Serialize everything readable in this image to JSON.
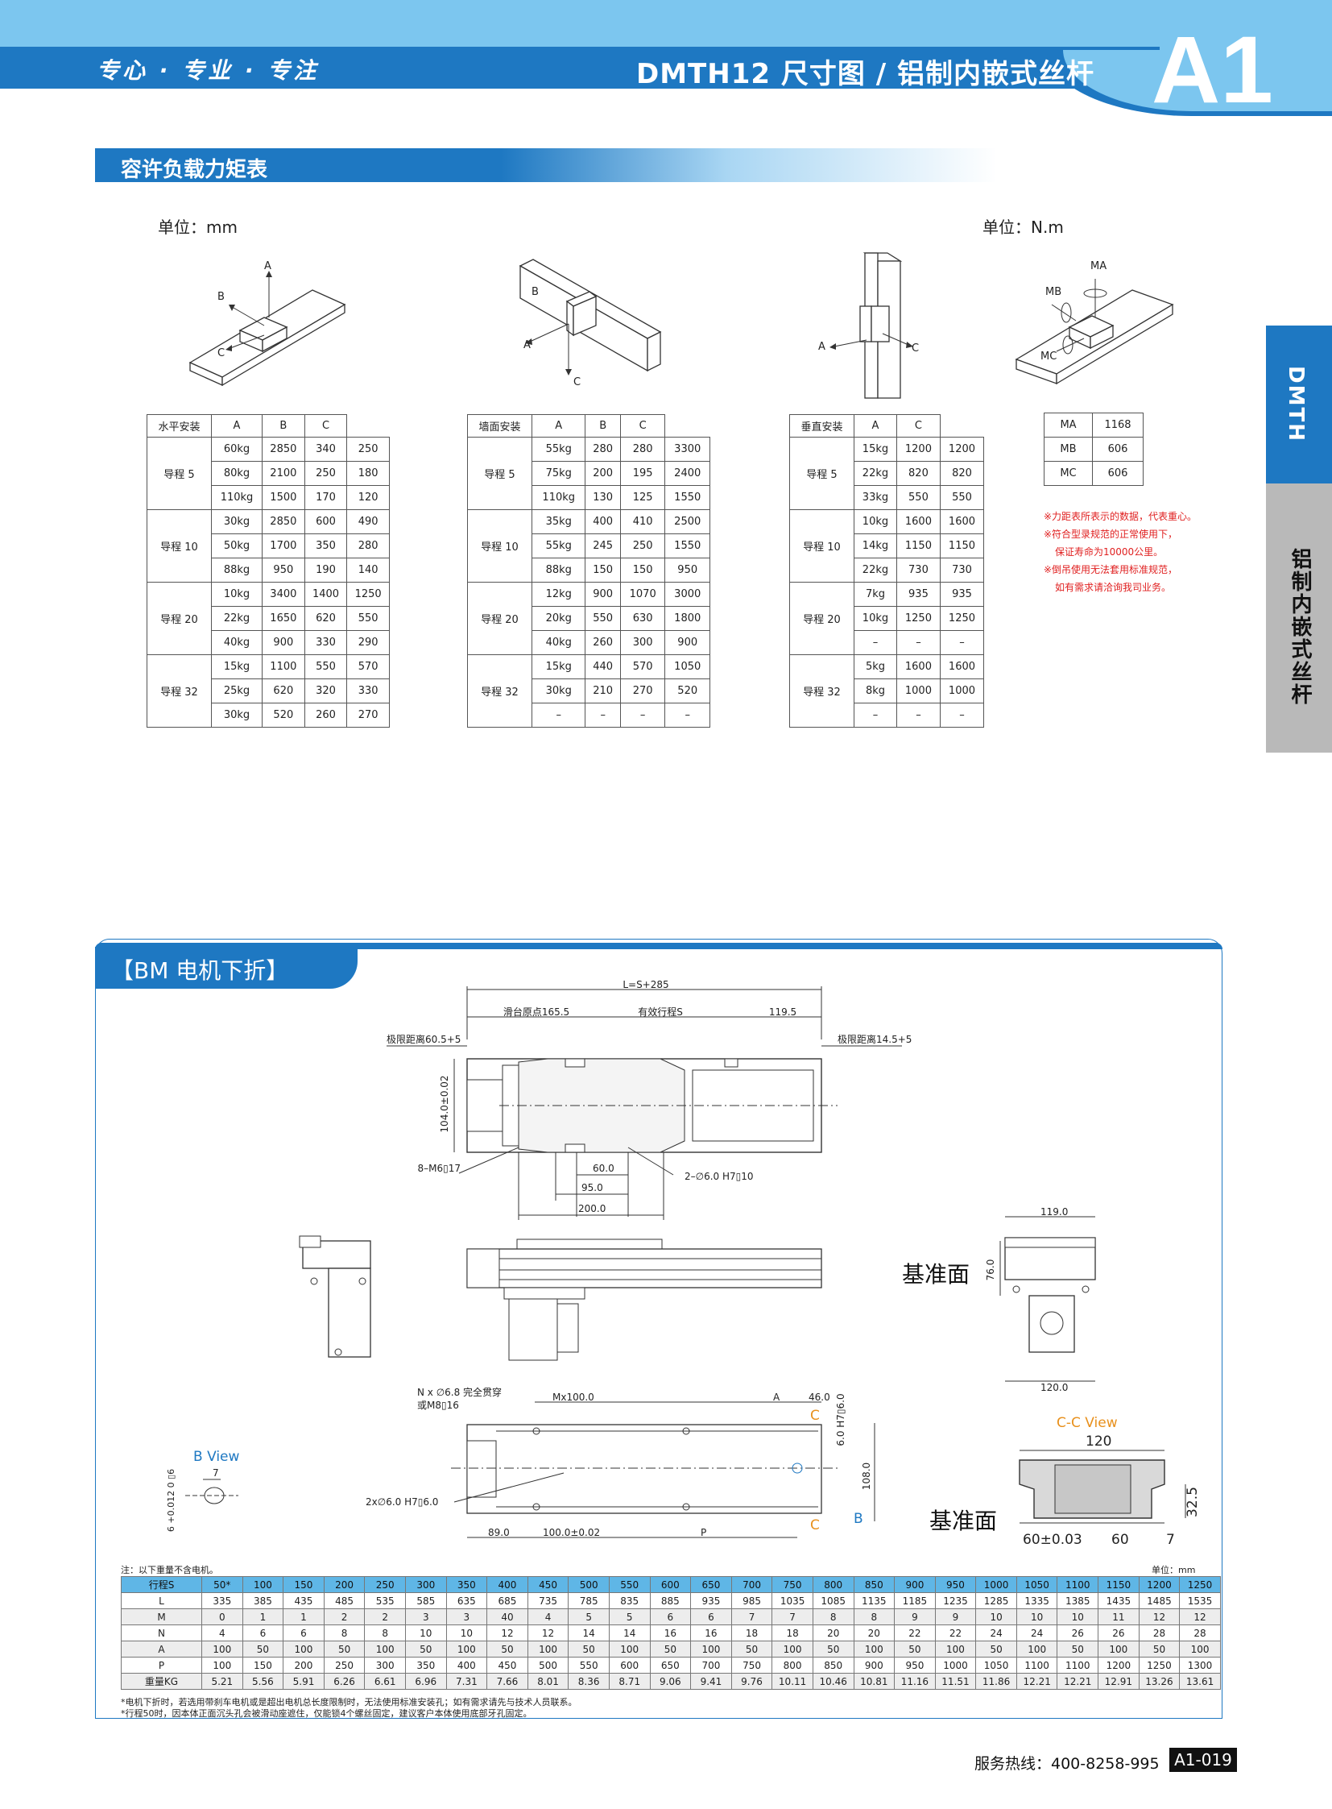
{
  "header": {
    "slogan": "专心 · 专业 · 专注",
    "title": "DMTH12 尺寸图 / 铝制内嵌式丝杆",
    "code": "A1"
  },
  "section1": {
    "title": "容许负载力矩表",
    "unit_left": "单位：mm",
    "unit_right": "单位：N.m"
  },
  "diagrams": {
    "axis_a": "A",
    "axis_b": "B",
    "axis_c": "C",
    "ma": "MA",
    "mb": "MB",
    "mc": "MC"
  },
  "table_horizontal": {
    "header": [
      "水平安装",
      "A",
      "B",
      "C"
    ],
    "groups": [
      {
        "lead": "导程 5",
        "rows": [
          [
            "60kg",
            "2850",
            "340",
            "250"
          ],
          [
            "80kg",
            "2100",
            "250",
            "180"
          ],
          [
            "110kg",
            "1500",
            "170",
            "120"
          ]
        ]
      },
      {
        "lead": "导程 10",
        "rows": [
          [
            "30kg",
            "2850",
            "600",
            "490"
          ],
          [
            "50kg",
            "1700",
            "350",
            "280"
          ],
          [
            "88kg",
            "950",
            "190",
            "140"
          ]
        ]
      },
      {
        "lead": "导程 20",
        "rows": [
          [
            "10kg",
            "3400",
            "1400",
            "1250"
          ],
          [
            "22kg",
            "1650",
            "620",
            "550"
          ],
          [
            "40kg",
            "900",
            "330",
            "290"
          ]
        ]
      },
      {
        "lead": "导程 32",
        "rows": [
          [
            "15kg",
            "1100",
            "550",
            "570"
          ],
          [
            "25kg",
            "620",
            "320",
            "330"
          ],
          [
            "30kg",
            "520",
            "260",
            "270"
          ]
        ]
      }
    ]
  },
  "table_wall": {
    "header": [
      "墙面安装",
      "A",
      "B",
      "C"
    ],
    "groups": [
      {
        "lead": "导程 5",
        "rows": [
          [
            "55kg",
            "280",
            "280",
            "3300"
          ],
          [
            "75kg",
            "200",
            "195",
            "2400"
          ],
          [
            "110kg",
            "130",
            "125",
            "1550"
          ]
        ]
      },
      {
        "lead": "导程 10",
        "rows": [
          [
            "35kg",
            "400",
            "410",
            "2500"
          ],
          [
            "55kg",
            "245",
            "250",
            "1550"
          ],
          [
            "88kg",
            "150",
            "150",
            "950"
          ]
        ]
      },
      {
        "lead": "导程 20",
        "rows": [
          [
            "12kg",
            "900",
            "1070",
            "3000"
          ],
          [
            "20kg",
            "550",
            "630",
            "1800"
          ],
          [
            "40kg",
            "260",
            "300",
            "900"
          ]
        ]
      },
      {
        "lead": "导程 32",
        "rows": [
          [
            "15kg",
            "440",
            "570",
            "1050"
          ],
          [
            "30kg",
            "210",
            "270",
            "520"
          ],
          [
            "–",
            "–",
            "–",
            "–"
          ]
        ]
      }
    ]
  },
  "table_vertical": {
    "header": [
      "垂直安装",
      "A",
      "C"
    ],
    "groups": [
      {
        "lead": "导程 5",
        "rows": [
          [
            "15kg",
            "1200",
            "1200"
          ],
          [
            "22kg",
            "820",
            "820"
          ],
          [
            "33kg",
            "550",
            "550"
          ]
        ]
      },
      {
        "lead": "导程 10",
        "rows": [
          [
            "10kg",
            "1600",
            "1600"
          ],
          [
            "14kg",
            "1150",
            "1150"
          ],
          [
            "22kg",
            "730",
            "730"
          ]
        ]
      },
      {
        "lead": "导程 20",
        "rows": [
          [
            "7kg",
            "935",
            "935"
          ],
          [
            "10kg",
            "1250",
            "1250"
          ],
          [
            "–",
            "–",
            "–"
          ]
        ]
      },
      {
        "lead": "导程 32",
        "rows": [
          [
            "5kg",
            "1600",
            "1600"
          ],
          [
            "8kg",
            "1000",
            "1000"
          ],
          [
            "–",
            "–",
            "–"
          ]
        ]
      }
    ]
  },
  "table_moment": {
    "rows": [
      [
        "MA",
        "1168"
      ],
      [
        "MB",
        "606"
      ],
      [
        "MC",
        "606"
      ]
    ]
  },
  "notes": {
    "line1": "※力距表所表示的数据，代表重心。",
    "line2": "※符合型录规范的正常使用下，",
    "line3": "保证寿命为10000公里。",
    "line4": "※倒吊使用无法套用标准规范，",
    "line5": "如有需求请洽询我司业务。"
  },
  "side_tabs": {
    "tab1": "DMTH",
    "tab2": "铝制内嵌式丝杆"
  },
  "panel": {
    "title": "【BM  电机下折】"
  },
  "drawing": {
    "dim_total": "L=S+285",
    "dim_origin": "滑台原点165.5",
    "dim_stroke": "有效行程S",
    "dim_119": "119.5",
    "dim_limit_left": "极限距离60.5+5",
    "dim_limit_right": "极限距离14.5+5",
    "dim_104": "104.0±0.02",
    "dim_m6": "8–M6▯17",
    "dim_60": "60.0",
    "dim_95": "95.0",
    "dim_200": "200.0",
    "dim_hole": "2–∅6.0 H7▯10",
    "ref_face": "基准面",
    "dim_76": "76.0",
    "dim_119_0": "119.0",
    "dim_120_0": "120.0",
    "dim_nx1": "N x ∅6.8 完全贯穿",
    "dim_nx2": "或M8▯16",
    "dim_mx100": "Mx100.0",
    "dim_a": "A",
    "dim_46": "46.0",
    "dim_6h7": "6.0 H7▯6.0",
    "dim_108": "108.0",
    "dim_2x6": "2x∅6.0 H7▯6.0",
    "dim_89": "89.0",
    "dim_100": "100.0±0.02",
    "dim_p": "P",
    "sec_c": "C",
    "sec_b": "B",
    "b_view": "B View",
    "b_dim7": "7",
    "b_dim6": "6 +0.012 0 ▯6",
    "cc_view": "C-C View",
    "cc_120": "120",
    "cc_60a": "60±0.03",
    "cc_60b": "60",
    "cc_325": "32.5",
    "cc_7": "7"
  },
  "weight": {
    "note": "注：以下重量不含电机。",
    "unit": "单位：mm",
    "labels": [
      "行程S",
      "L",
      "M",
      "N",
      "A",
      "P",
      "重量KG"
    ],
    "stroke": [
      "50*",
      "100",
      "150",
      "200",
      "250",
      "300",
      "350",
      "400",
      "450",
      "500",
      "550",
      "600",
      "650",
      "700",
      "750",
      "800",
      "850",
      "900",
      "950",
      "1000",
      "1050",
      "1100",
      "1150",
      "1200",
      "1250"
    ],
    "L": [
      "335",
      "385",
      "435",
      "485",
      "535",
      "585",
      "635",
      "685",
      "735",
      "785",
      "835",
      "885",
      "935",
      "985",
      "1035",
      "1085",
      "1135",
      "1185",
      "1235",
      "1285",
      "1335",
      "1385",
      "1435",
      "1485",
      "1535"
    ],
    "M": [
      "0",
      "1",
      "1",
      "2",
      "2",
      "3",
      "3",
      "40",
      "4",
      "5",
      "5",
      "6",
      "6",
      "7",
      "7",
      "8",
      "8",
      "9",
      "9",
      "10",
      "10",
      "10",
      "11",
      "12",
      "12"
    ],
    "N": [
      "4",
      "6",
      "6",
      "8",
      "8",
      "10",
      "10",
      "12",
      "12",
      "14",
      "14",
      "16",
      "16",
      "18",
      "18",
      "20",
      "20",
      "22",
      "22",
      "24",
      "24",
      "26",
      "26",
      "28",
      "28"
    ],
    "A": [
      "100",
      "50",
      "100",
      "50",
      "100",
      "50",
      "100",
      "50",
      "100",
      "50",
      "100",
      "50",
      "100",
      "50",
      "100",
      "50",
      "100",
      "50",
      "100",
      "50",
      "100",
      "50",
      "100",
      "50",
      "100"
    ],
    "P": [
      "100",
      "150",
      "200",
      "250",
      "300",
      "350",
      "400",
      "450",
      "500",
      "550",
      "600",
      "650",
      "700",
      "750",
      "800",
      "850",
      "900",
      "950",
      "1000",
      "1050",
      "1100",
      "1100",
      "1200",
      "1250",
      "1300"
    ],
    "KG": [
      "5.21",
      "5.56",
      "5.91",
      "6.26",
      "6.61",
      "6.96",
      "7.31",
      "7.66",
      "8.01",
      "8.36",
      "8.71",
      "9.06",
      "9.41",
      "9.76",
      "10.11",
      "10.46",
      "10.81",
      "11.16",
      "11.51",
      "11.86",
      "12.21",
      "12.21",
      "12.91",
      "13.26",
      "13.61"
    ],
    "foot1": "*电机下折时，若选用带刹车电机或是超出电机总长度限制时，无法使用标准安装孔；如有需求请先与技术人员联系。",
    "foot2": "*行程50时，因本体正面沉头孔会被滑动座遮住，仅能锁4个螺丝固定，建议客户本体使用底部牙孔固定。"
  },
  "footer": {
    "hotline": "服务热线：400-8258-995",
    "page": "A1-019"
  },
  "colors": {
    "primary": "#1e78c2",
    "light": "#7cc6ef",
    "note_red": "#e02020",
    "orange": "#e8901c"
  }
}
